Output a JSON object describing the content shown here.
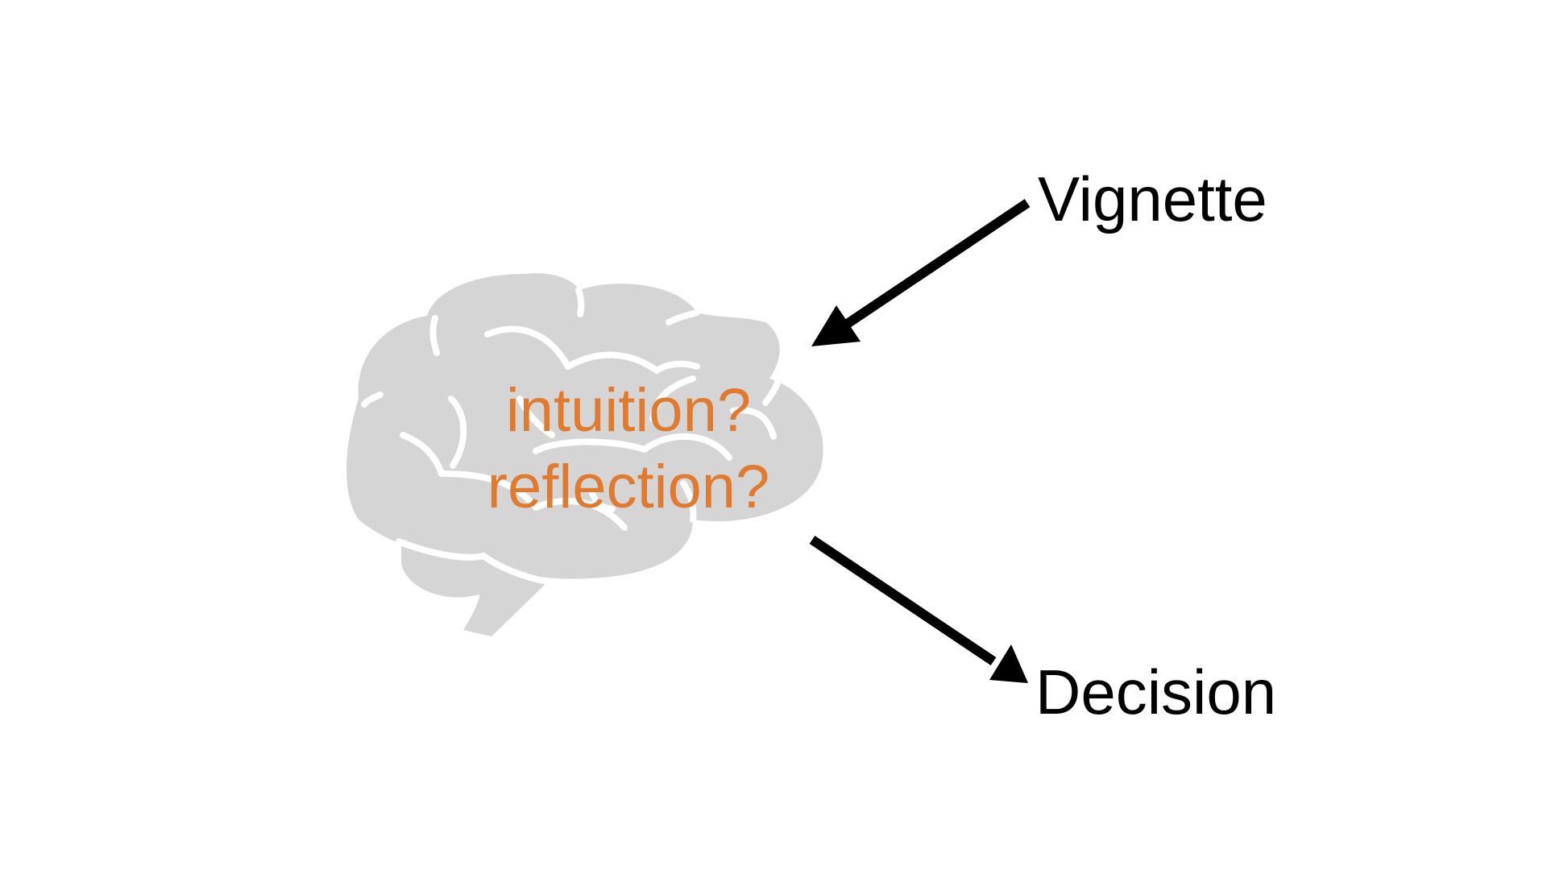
{
  "diagram": {
    "input_label": "Vignette",
    "output_label": "Decision",
    "brain_lines": [
      "intuition?",
      "reflection?"
    ],
    "colors": {
      "brain_fill": "#d5d5d5",
      "brain_folds": "#ffffff",
      "question_text": "#e07a2e",
      "arrow": "#000000",
      "label_text": "#000000"
    },
    "icons": [
      "brain-icon",
      "arrow-in-icon",
      "arrow-out-icon"
    ]
  }
}
